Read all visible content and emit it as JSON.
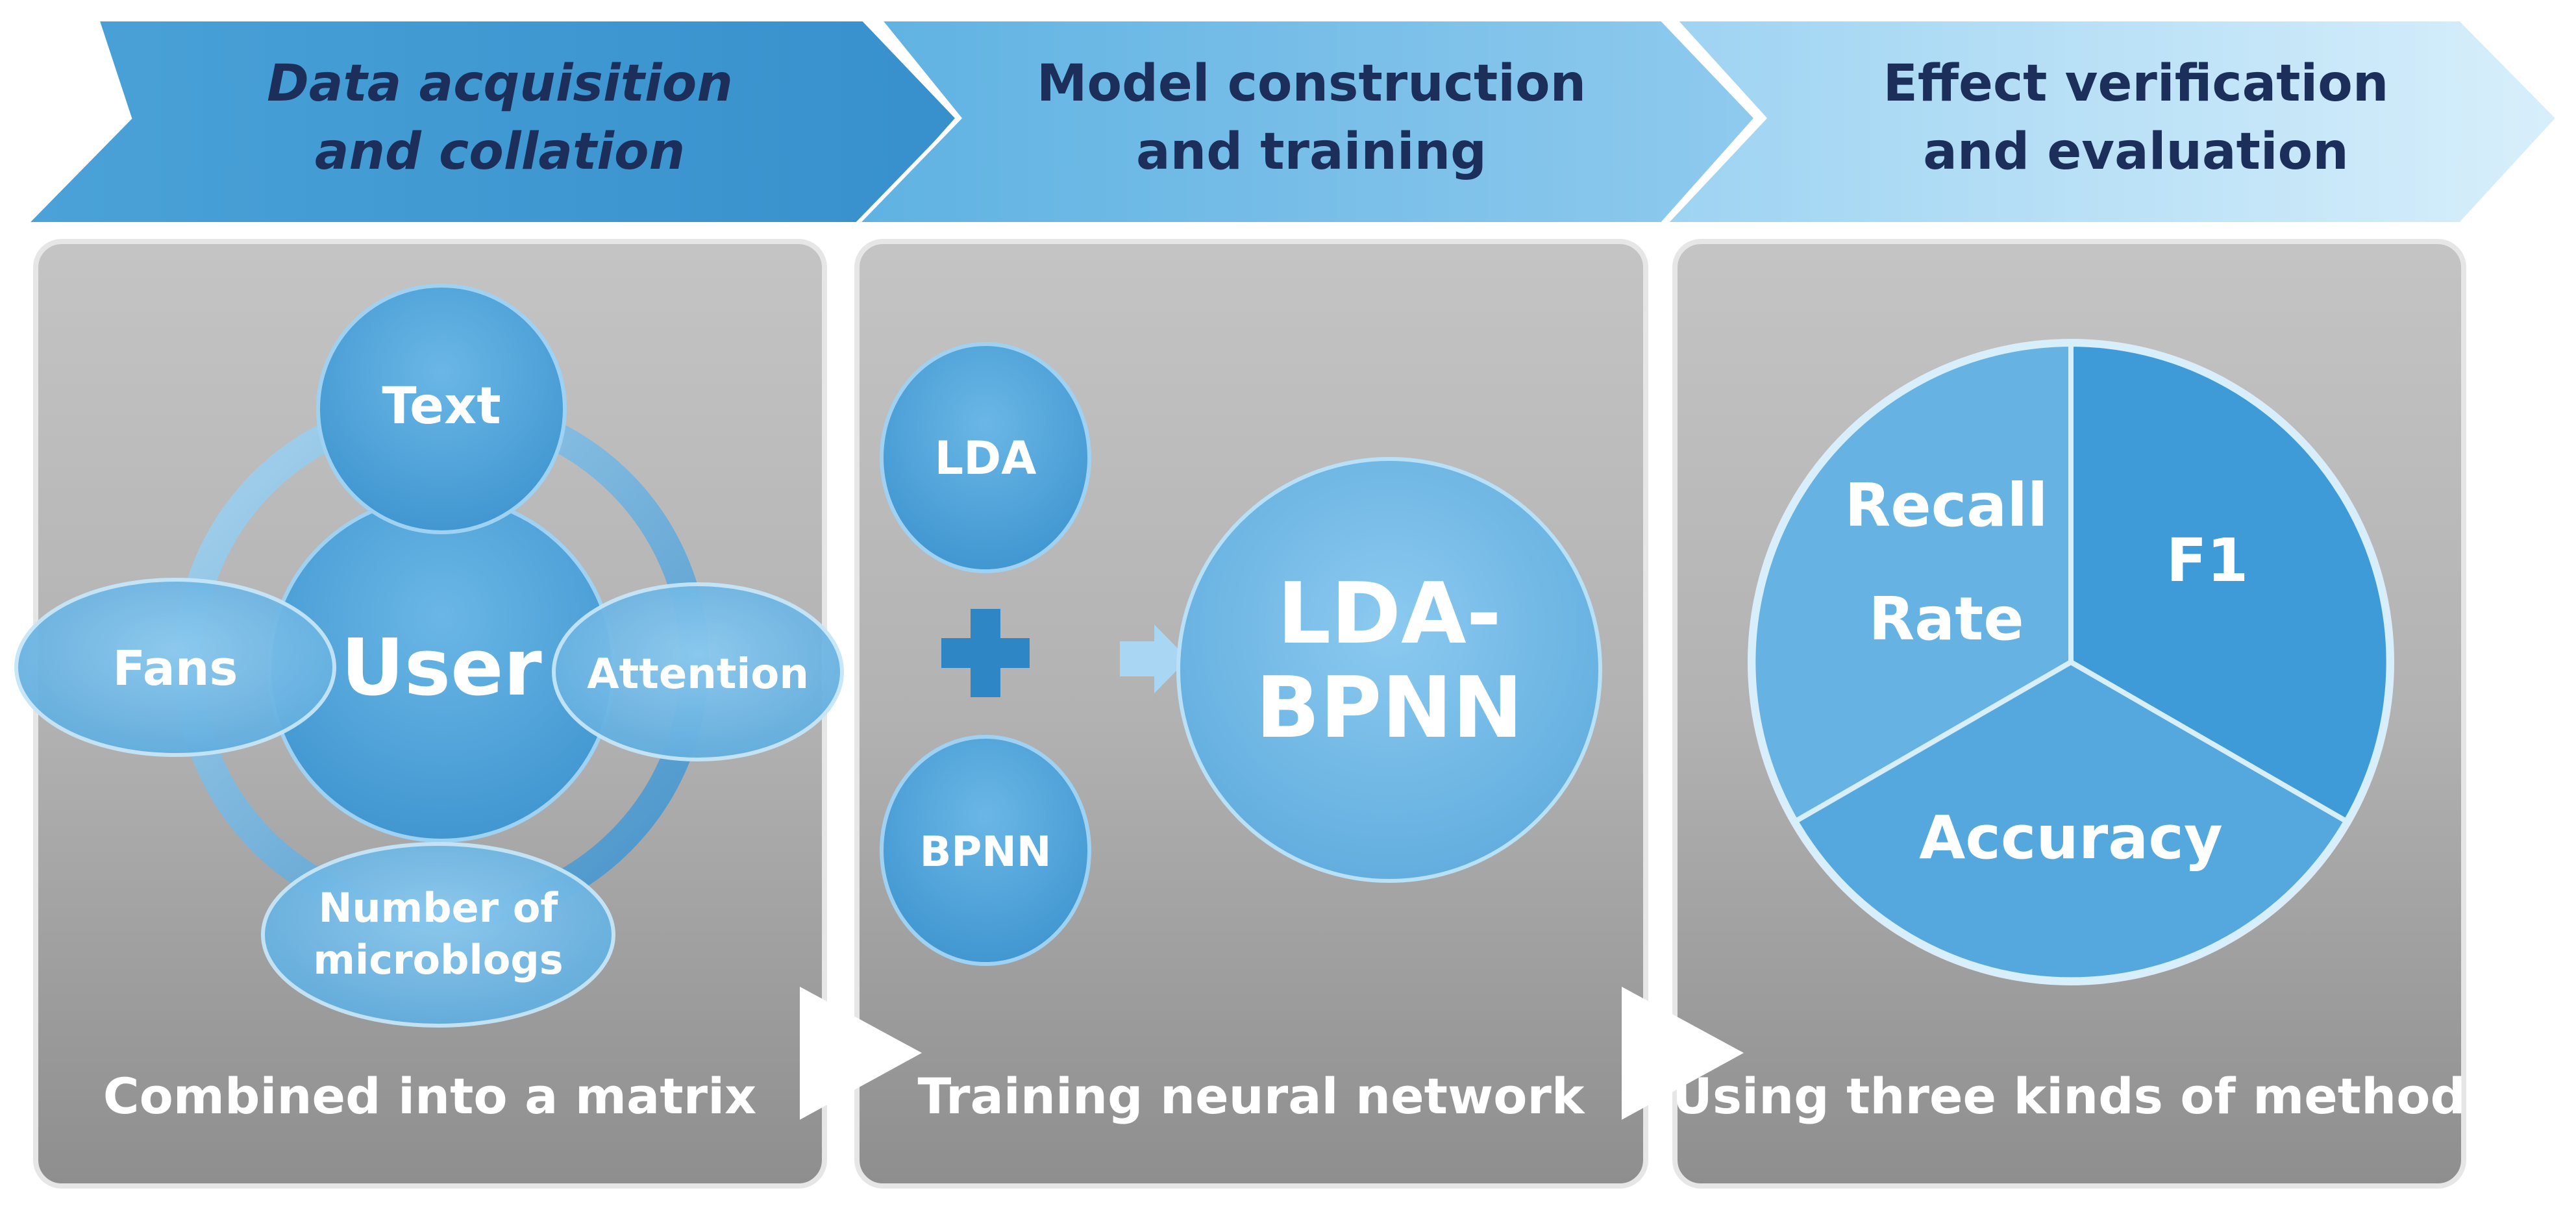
{
  "stages": [
    {
      "header_line1": "Data acquisition",
      "header_line2": "and collation",
      "caption": "Combined into a matrix"
    },
    {
      "header_line1": "Model construction",
      "header_line2": "and training",
      "caption": "Training neural network"
    },
    {
      "header_line1": "Effect verification",
      "header_line2": "and evaluation",
      "caption": "Using three kinds of method"
    }
  ],
  "panel1": {
    "center": "User",
    "top": "Text",
    "left": "Fans",
    "right": "Attention",
    "bottom_line1": "Number of",
    "bottom_line2": "microblogs"
  },
  "panel2": {
    "input_a": "LDA",
    "input_b": "BPNN",
    "result_line1": "LDA-",
    "result_line2": "BPNN"
  },
  "panel3": {
    "segment_left_line1": "Recall",
    "segment_left_line2": "Rate",
    "segment_right": "F1",
    "segment_bottom": "Accuracy"
  },
  "colors": {
    "header_dark": "#2e8ccb",
    "header_mid": "#7cc0ea",
    "header_light": "#c4e6f8",
    "header_text": "#1b2f5a",
    "panel_dark": "#9a9a9a",
    "panel_light": "#d6d6d6",
    "circle_fill": "#4ea3d8",
    "circle_light": "#8cc8ef"
  }
}
